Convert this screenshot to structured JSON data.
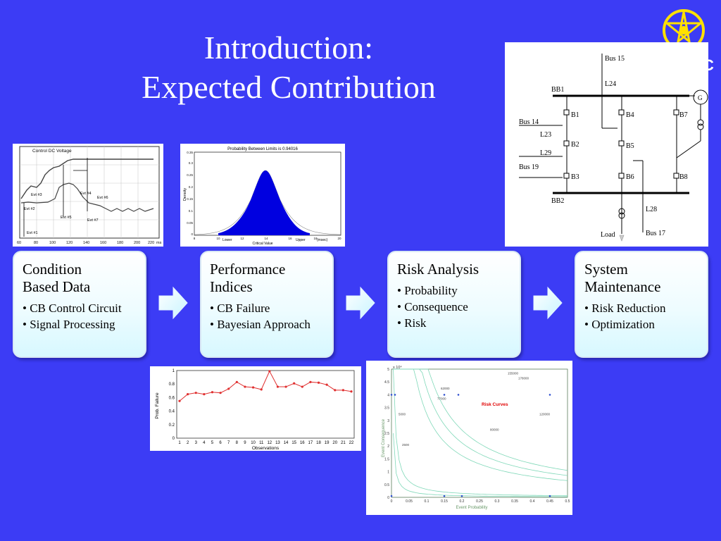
{
  "slide": {
    "title_line1": "Introduction:",
    "title_line2": "Expected Contribution",
    "logo_letter": "C"
  },
  "flow": [
    {
      "title": "Condition\nBased Data",
      "bullets": [
        "CB Control Circuit",
        "Signal Processing"
      ]
    },
    {
      "title": "Performance\nIndices",
      "bullets": [
        "CB Failure",
        "Bayesian Approach"
      ]
    },
    {
      "title": "Risk Analysis",
      "bullets": [
        "Probability",
        "Consequence",
        "Risk"
      ]
    },
    {
      "title": "System\nMaintenance",
      "bullets": [
        "Risk Reduction",
        "Optimization"
      ]
    }
  ],
  "signal_plot": {
    "label": "Control DC Voltage",
    "events": [
      "Evt #1",
      "Evt #2",
      "Evt #3",
      "Evt #4",
      "Evt #5",
      "Evt #6",
      "Evt #7"
    ],
    "x_ticks": [
      "60",
      "80",
      "100",
      "120",
      "140",
      "160",
      "180",
      "200",
      "220"
    ],
    "x_unit": "ms"
  },
  "prob_plot": {
    "title": "Probability Between Limits is 0.94016",
    "ylabel": "Density",
    "xlabel": "Critical Value",
    "y_ticks": [
      "0",
      "0.05",
      "0.1",
      "0.15",
      "0.2",
      "0.25",
      "0.3",
      "0.35"
    ],
    "x_ticks": [
      "8",
      "10",
      "12",
      "14",
      "16",
      "18",
      "20"
    ],
    "lower_label": "Lower",
    "upper_label": "Upper",
    "unit": "(msec)"
  },
  "single_line": {
    "labels": [
      "Bus 15",
      "L24",
      "BB1",
      "Bus 14",
      "L23",
      "L29",
      "Bus 19",
      "B1",
      "B2",
      "B3",
      "B4",
      "B5",
      "B6",
      "B7",
      "B8",
      "BB2",
      "L28",
      "Load",
      "Bus 17",
      "G"
    ]
  },
  "chart_data": [
    {
      "type": "line",
      "title": "",
      "xlabel": "Observations",
      "ylabel": "Prob. Failure",
      "x": [
        1,
        2,
        3,
        4,
        5,
        6,
        7,
        8,
        9,
        10,
        11,
        12,
        13,
        14,
        15,
        16,
        17,
        18,
        19,
        20,
        21,
        22
      ],
      "series": [
        {
          "values": [
            0.55,
            0.65,
            0.67,
            0.65,
            0.68,
            0.67,
            0.73,
            0.83,
            0.76,
            0.75,
            0.72,
            0.99,
            0.76,
            0.76,
            0.81,
            0.76,
            0.83,
            0.82,
            0.79,
            0.71,
            0.71,
            0.69
          ],
          "color": "#e03030"
        }
      ],
      "xlim": [
        1,
        22
      ],
      "ylim": [
        0,
        1
      ],
      "y_ticks": [
        "0",
        "0.2",
        "0.4",
        "0.6",
        "0.8",
        "1"
      ],
      "grid": false
    },
    {
      "type": "line",
      "title": "Risk Curves",
      "xlabel": "Event Probability",
      "ylabel": "Event Consequence",
      "y_multiplier": "x 10⁴",
      "x_ticks": [
        "0",
        "0.05",
        "0.1",
        "0.15",
        "0.2",
        "0.25",
        "0.3",
        "0.35",
        "0.4",
        "0.45",
        "0.5"
      ],
      "y_ticks": [
        "0",
        "0.5",
        "1",
        "1.5",
        "2",
        "2.5",
        "3",
        "3.5",
        "4",
        "4.5",
        "5"
      ],
      "xlim": [
        0,
        0.5
      ],
      "ylim": [
        0,
        5
      ],
      "curve_labels": [
        "2500",
        "5000",
        "62000",
        "77000",
        "80000",
        "155000",
        "178000",
        "120000"
      ],
      "grid": false
    }
  ]
}
